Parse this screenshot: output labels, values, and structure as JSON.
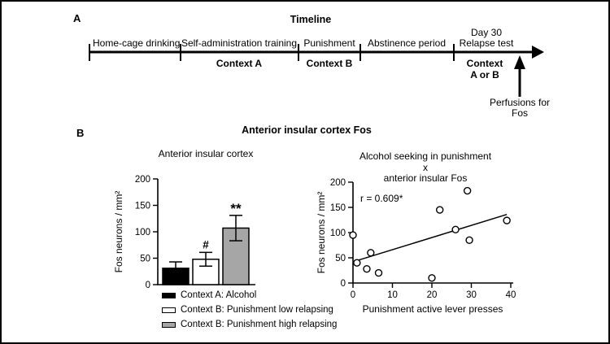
{
  "panels": {
    "a": "A",
    "b": "B"
  },
  "timeline": {
    "title": "Timeline",
    "phases": [
      {
        "label": "Home-cage drinking"
      },
      {
        "label": "Self-administration training",
        "context": "Context A"
      },
      {
        "label": "Punishment",
        "context": "Context B"
      },
      {
        "label": "Abstinence period"
      },
      {
        "label_lines": [
          "Day 30",
          "Relapse test"
        ],
        "context_lines": [
          "Context",
          "A or B"
        ]
      }
    ],
    "annotation_lines": [
      "Perfusions for",
      "Fos"
    ]
  },
  "panel_b_title": "Anterior insular cortex Fos",
  "colors": {
    "bar_black": "#000000",
    "bar_white": "#ffffff",
    "bar_gray": "#a6a6a6",
    "ink": "#000000"
  },
  "chart_data": [
    {
      "type": "bar",
      "title": "Anterior insular cortex",
      "ylabel": "Fos neurons / mm²",
      "ylim": [
        0,
        200
      ],
      "yticks": [
        0,
        50,
        100,
        150,
        200
      ],
      "categories": [
        "Context A: Alcohol",
        "Context B: Punishment low relapsing",
        "Context B: Punishment high relapsing"
      ],
      "values": [
        31,
        48,
        107
      ],
      "errors": [
        12,
        13,
        24
      ],
      "bar_colors": [
        "#000000",
        "#ffffff",
        "#a6a6a6"
      ],
      "significance": [
        "",
        "#",
        "**"
      ],
      "legend": [
        {
          "swatch": "#000000",
          "label": "Context A: Alcohol"
        },
        {
          "swatch": "#ffffff",
          "label": "Context B: Punishment low relapsing"
        },
        {
          "swatch": "#a6a6a6",
          "label": "Context B: Punishment high relapsing"
        }
      ]
    },
    {
      "type": "scatter",
      "title_lines": [
        "Alcohol seeking in punishment",
        "x",
        "anterior insular Fos"
      ],
      "xlabel": "Punishment active lever presses",
      "ylabel": "Fos neurons / mm²",
      "xlim": [
        0,
        40
      ],
      "ylim": [
        0,
        200
      ],
      "xticks": [
        0,
        10,
        20,
        30,
        40
      ],
      "yticks": [
        0,
        50,
        100,
        150,
        200
      ],
      "correlation_label": "r = 0.609*",
      "points": [
        [
          0,
          95
        ],
        [
          1,
          40
        ],
        [
          3.5,
          28
        ],
        [
          4.5,
          60
        ],
        [
          6.5,
          20
        ],
        [
          20,
          10
        ],
        [
          22,
          145
        ],
        [
          26,
          106
        ],
        [
          29,
          183
        ],
        [
          29.5,
          85
        ],
        [
          39,
          124
        ]
      ],
      "trend_line": {
        "x": [
          0,
          39
        ],
        "y": [
          42,
          136
        ]
      }
    }
  ]
}
